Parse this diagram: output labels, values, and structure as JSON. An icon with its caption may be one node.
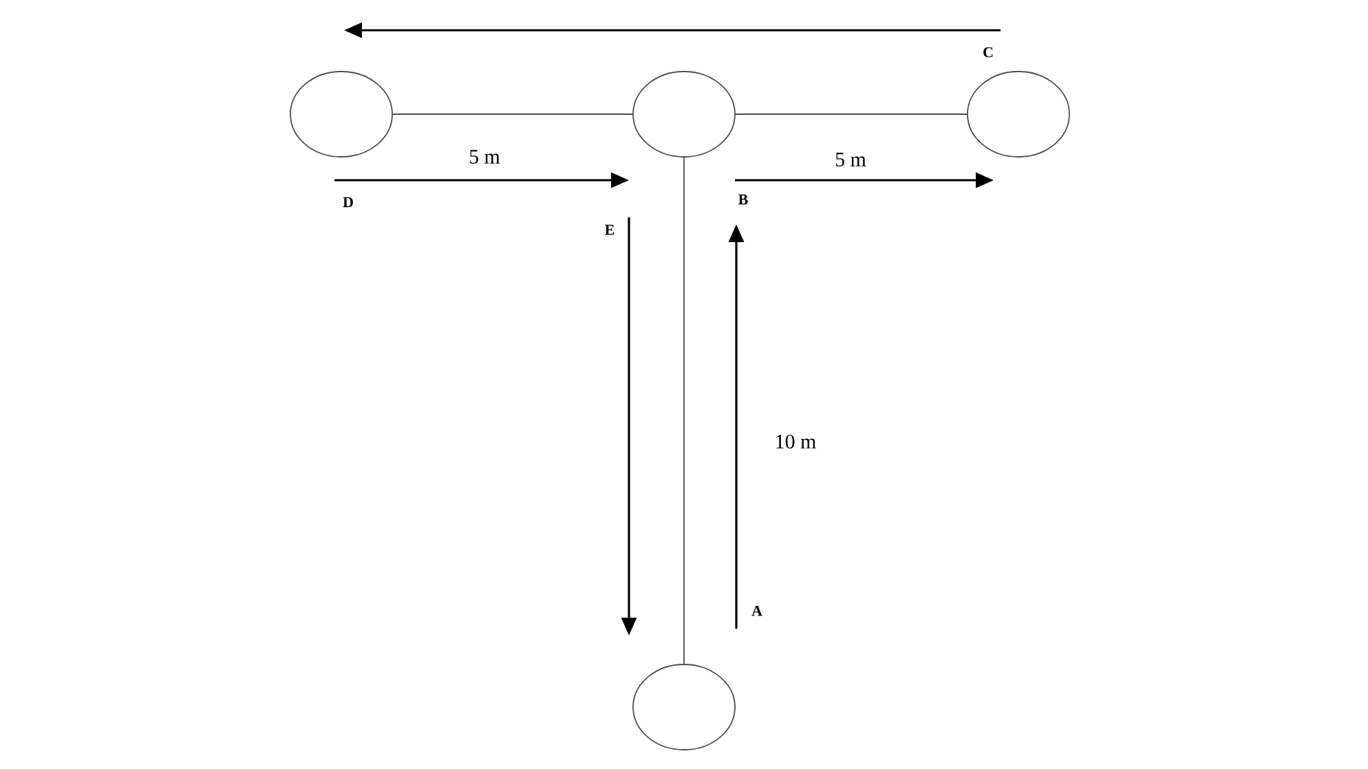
{
  "diagram": {
    "nodes": [
      {
        "text": [],
        "shape": "circle"
      },
      {
        "text": [],
        "shape": "circle"
      },
      {
        "text": [],
        "shape": "circle"
      },
      {
        "text": [],
        "shape": "circle"
      }
    ],
    "edges": [
      {
        "from": 0,
        "to": 1,
        "arrow": "none"
      },
      {
        "from": 1,
        "to": 2,
        "arrow": "none"
      },
      {
        "from": 1,
        "to": 3,
        "arrow": "none"
      }
    ],
    "labels": [
      "C",
      "5 m",
      "5 m",
      "D",
      "B",
      "E",
      "10 m",
      "A"
    ]
  }
}
